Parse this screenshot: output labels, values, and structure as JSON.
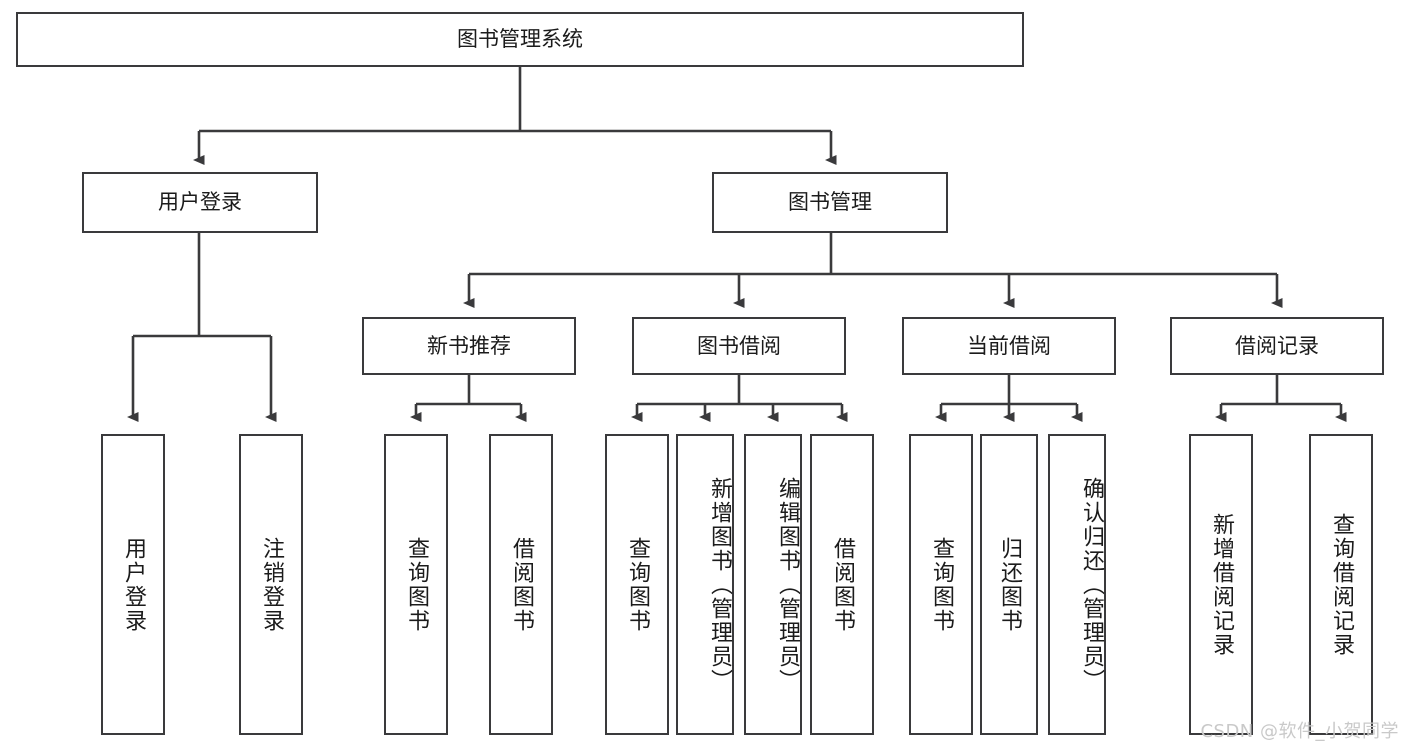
{
  "diagram": {
    "title": "图书管理系统",
    "type": "functional-structure-tree",
    "root": {
      "label": "图书管理系统"
    },
    "level1": [
      {
        "label": "用户登录"
      },
      {
        "label": "图书管理"
      }
    ],
    "level2": [
      {
        "label": "新书推荐"
      },
      {
        "label": "图书借阅"
      },
      {
        "label": "当前借阅"
      },
      {
        "label": "借阅记录"
      }
    ],
    "leaves": {
      "user_login": [
        {
          "label": "用户登录"
        },
        {
          "label": "注销登录"
        }
      ],
      "new_book_recommend": [
        {
          "label": "查询图书"
        },
        {
          "label": "借阅图书"
        }
      ],
      "book_borrow": [
        {
          "label": "查询图书"
        },
        {
          "label": "新增图书（管理员）"
        },
        {
          "label": "编辑图书（管理员）"
        },
        {
          "label": "借阅图书"
        }
      ],
      "current_borrow": [
        {
          "label": "查询图书"
        },
        {
          "label": "归还图书"
        },
        {
          "label": "确认归还（管理员）"
        }
      ],
      "borrow_record": [
        {
          "label": "新增借阅记录"
        },
        {
          "label": "查询借阅记录"
        }
      ]
    },
    "watermark": "CSDN @软件_小贺同学",
    "colors": {
      "stroke": "#3a3a3c",
      "background": "#ffffff",
      "text": "#1b1b1b",
      "watermark": "#c9c9c9"
    }
  }
}
